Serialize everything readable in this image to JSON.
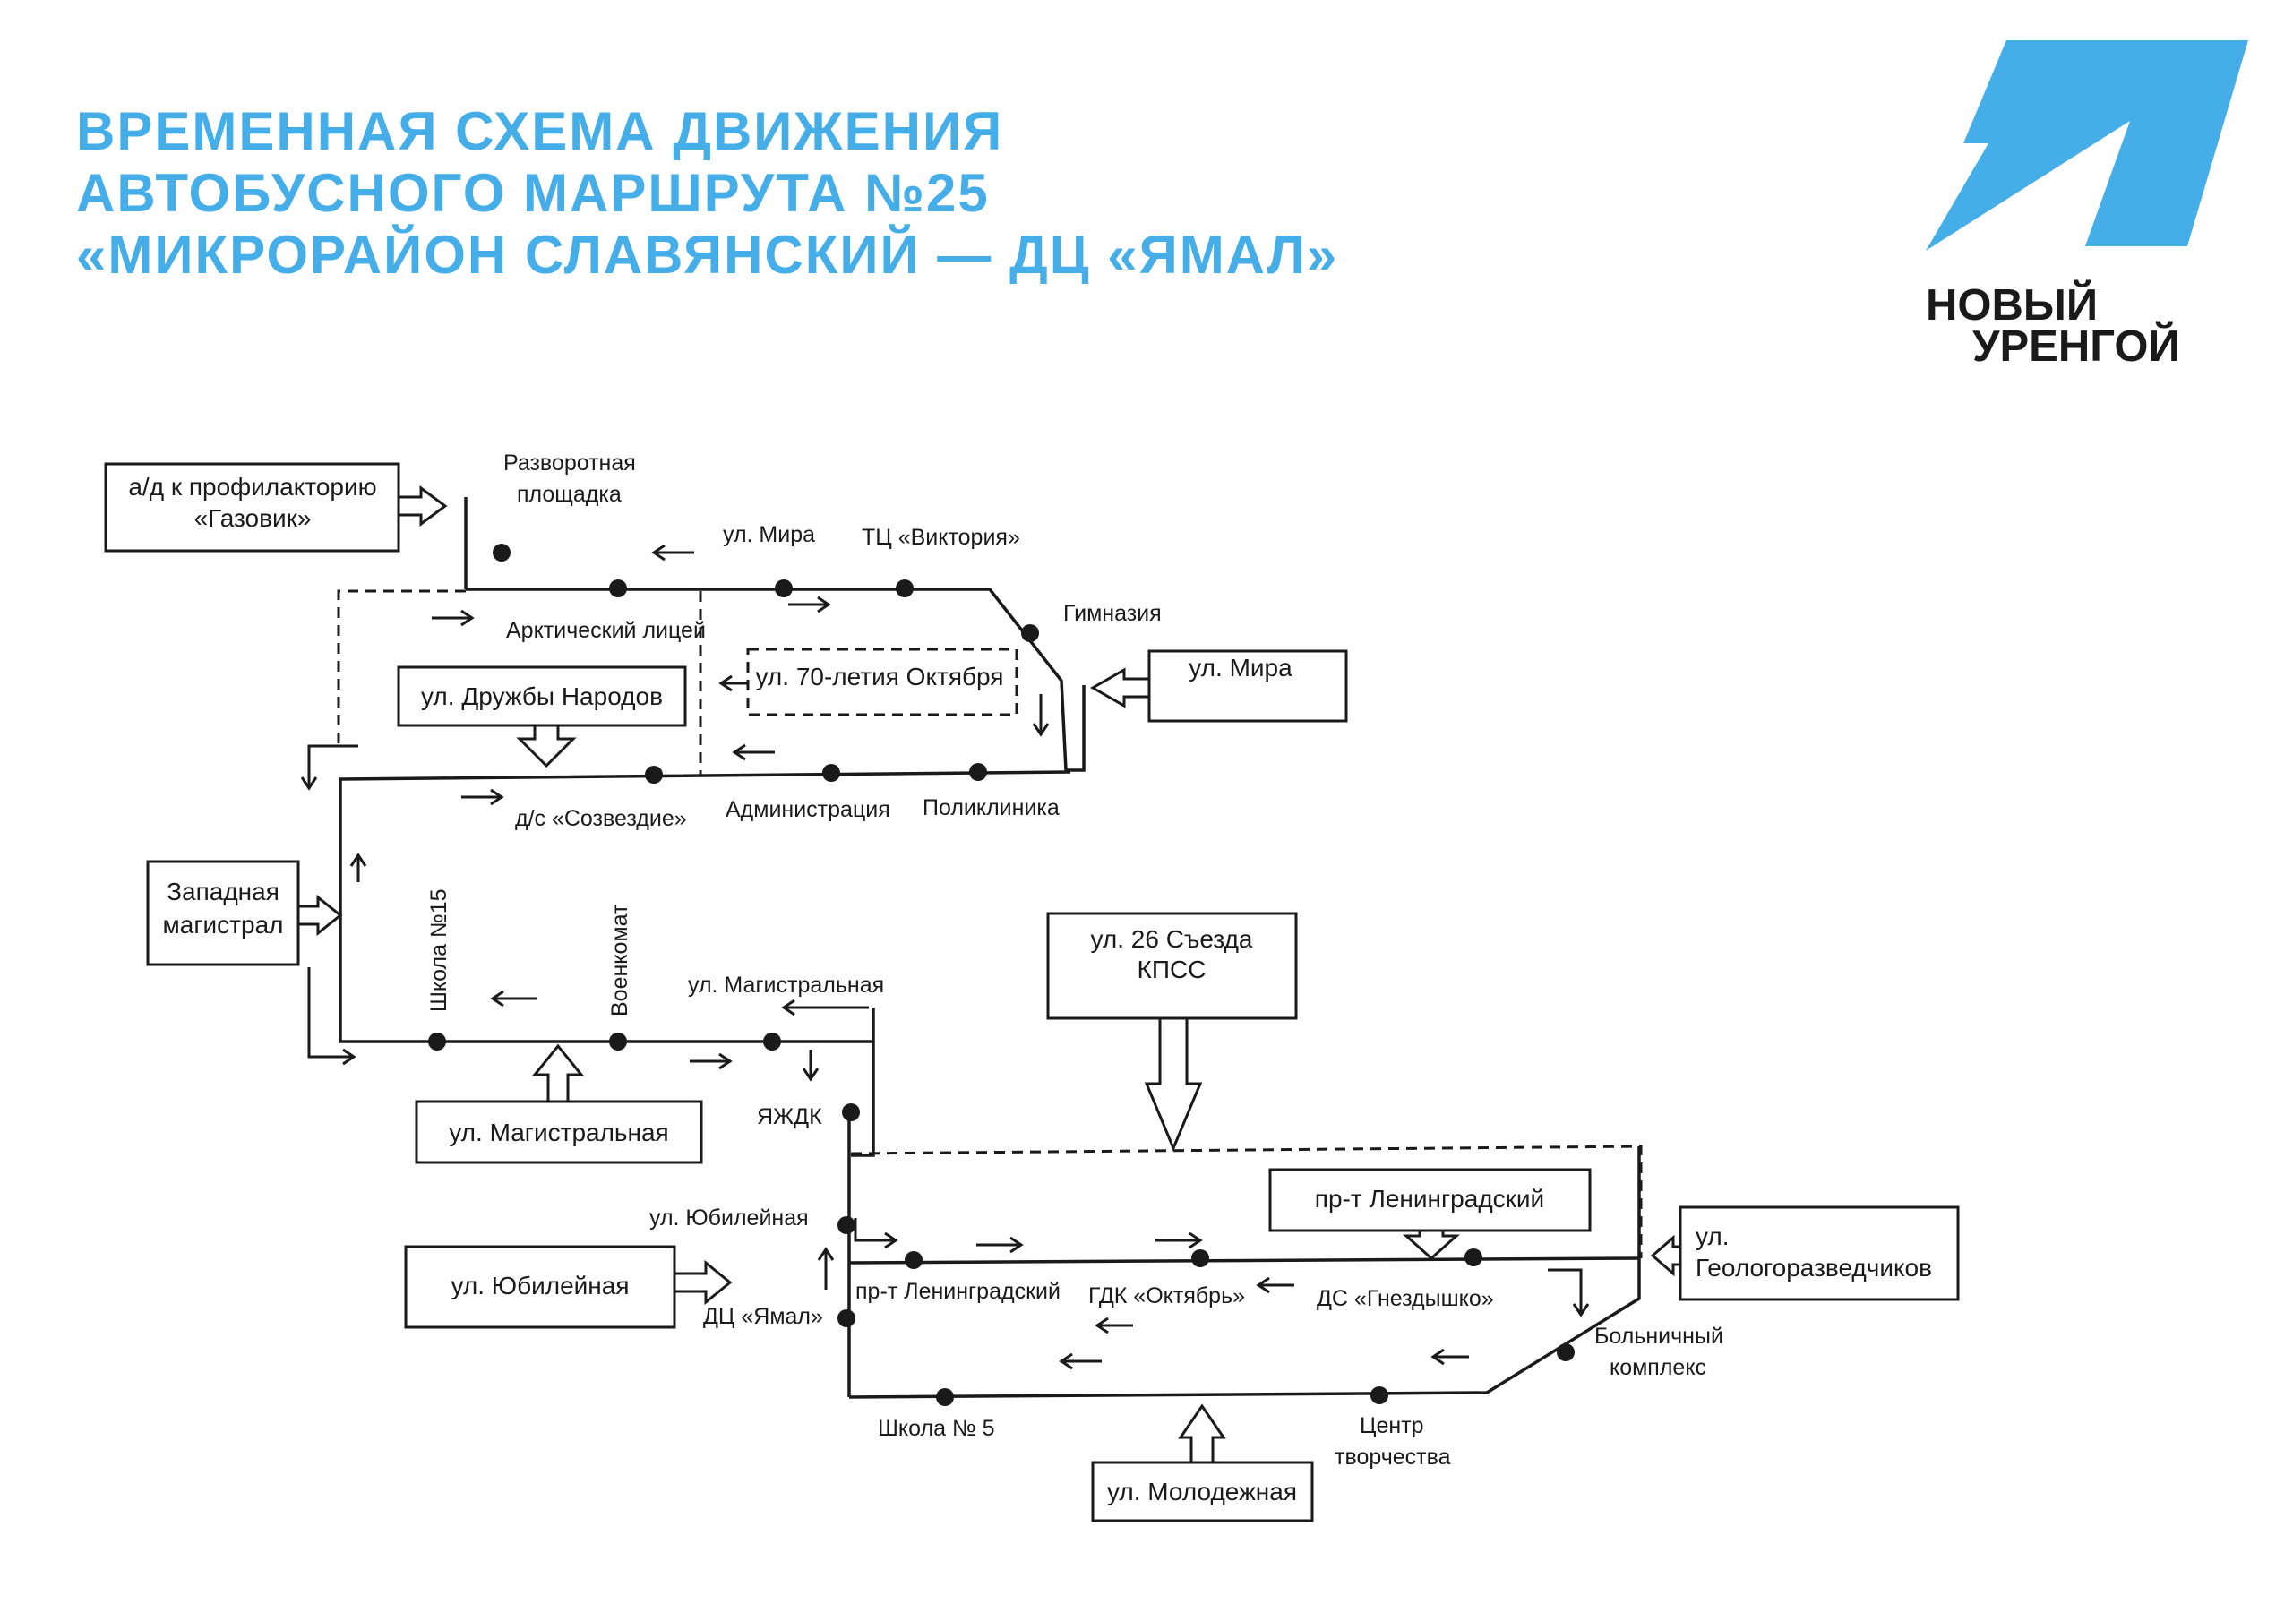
{
  "header": {
    "title_lines": [
      "ВРЕМЕННАЯ СХЕМА ДВИЖЕНИЯ",
      "АВТОБУСНОГО МАРШРУТА №25",
      "«МИКРОРАЙОН СЛАВЯНСКИЙ — ДЦ «ЯМАЛ»"
    ]
  },
  "logo": {
    "line1": "НОВЫЙ",
    "line2": "УРЕНГОЙ",
    "color": "#45aee8"
  },
  "boxes": {
    "gazovik": [
      "а/д к профилакторию",
      "«Газовик»"
    ],
    "druzhby": "ул. Дружбы Народов",
    "mira_right": "ул. Мира",
    "zapadnaya": [
      "Западная",
      "магистрал"
    ],
    "magistralnaya": "ул. Магистральная",
    "kpss": [
      "ул. 26 Съезда",
      "КПСС"
    ],
    "yubileynaya": "ул. Юбилейная",
    "leningradsky": "пр-т Ленинградский",
    "geologorazvedchikov": [
      "ул.",
      "Геологоразведчиков"
    ],
    "molodezhnaya": "ул. Молодежная",
    "oktyabrya_70": "ул. 70-летия Октября"
  },
  "labels": {
    "razvorotnaya": [
      "Разворотная",
      "площадка"
    ],
    "mira_street": "ул. Мира",
    "tc_viktoriya": "ТЦ «Виктория»",
    "gimnaziya": "Гимназия",
    "arkt_licey": "Арктический лицей",
    "sozvezdie": "д/с «Созвездие»",
    "administraciya": "Администрация",
    "poliklinika": "Поликлиника",
    "shkola15": "Школа №15",
    "voenkomat": "Военкомат",
    "magistralnaya_street": "ул. Магистральная",
    "yazhdk": "ЯЖДК",
    "yubileynaya_street": "ул. Юбилейная",
    "dc_yamal": "ДЦ «Ямал»",
    "leningradsky_street": "пр-т Ленинградский",
    "gdk_oktyabr": "ГДК «Октябрь»",
    "ds_gnezdyshko": "ДС «Гнездышко»",
    "bolnichny": [
      "Больничный",
      "комплекс"
    ],
    "shkola5": "Школа № 5",
    "centr_tvorchestva": [
      "Центр",
      "творчества"
    ]
  }
}
